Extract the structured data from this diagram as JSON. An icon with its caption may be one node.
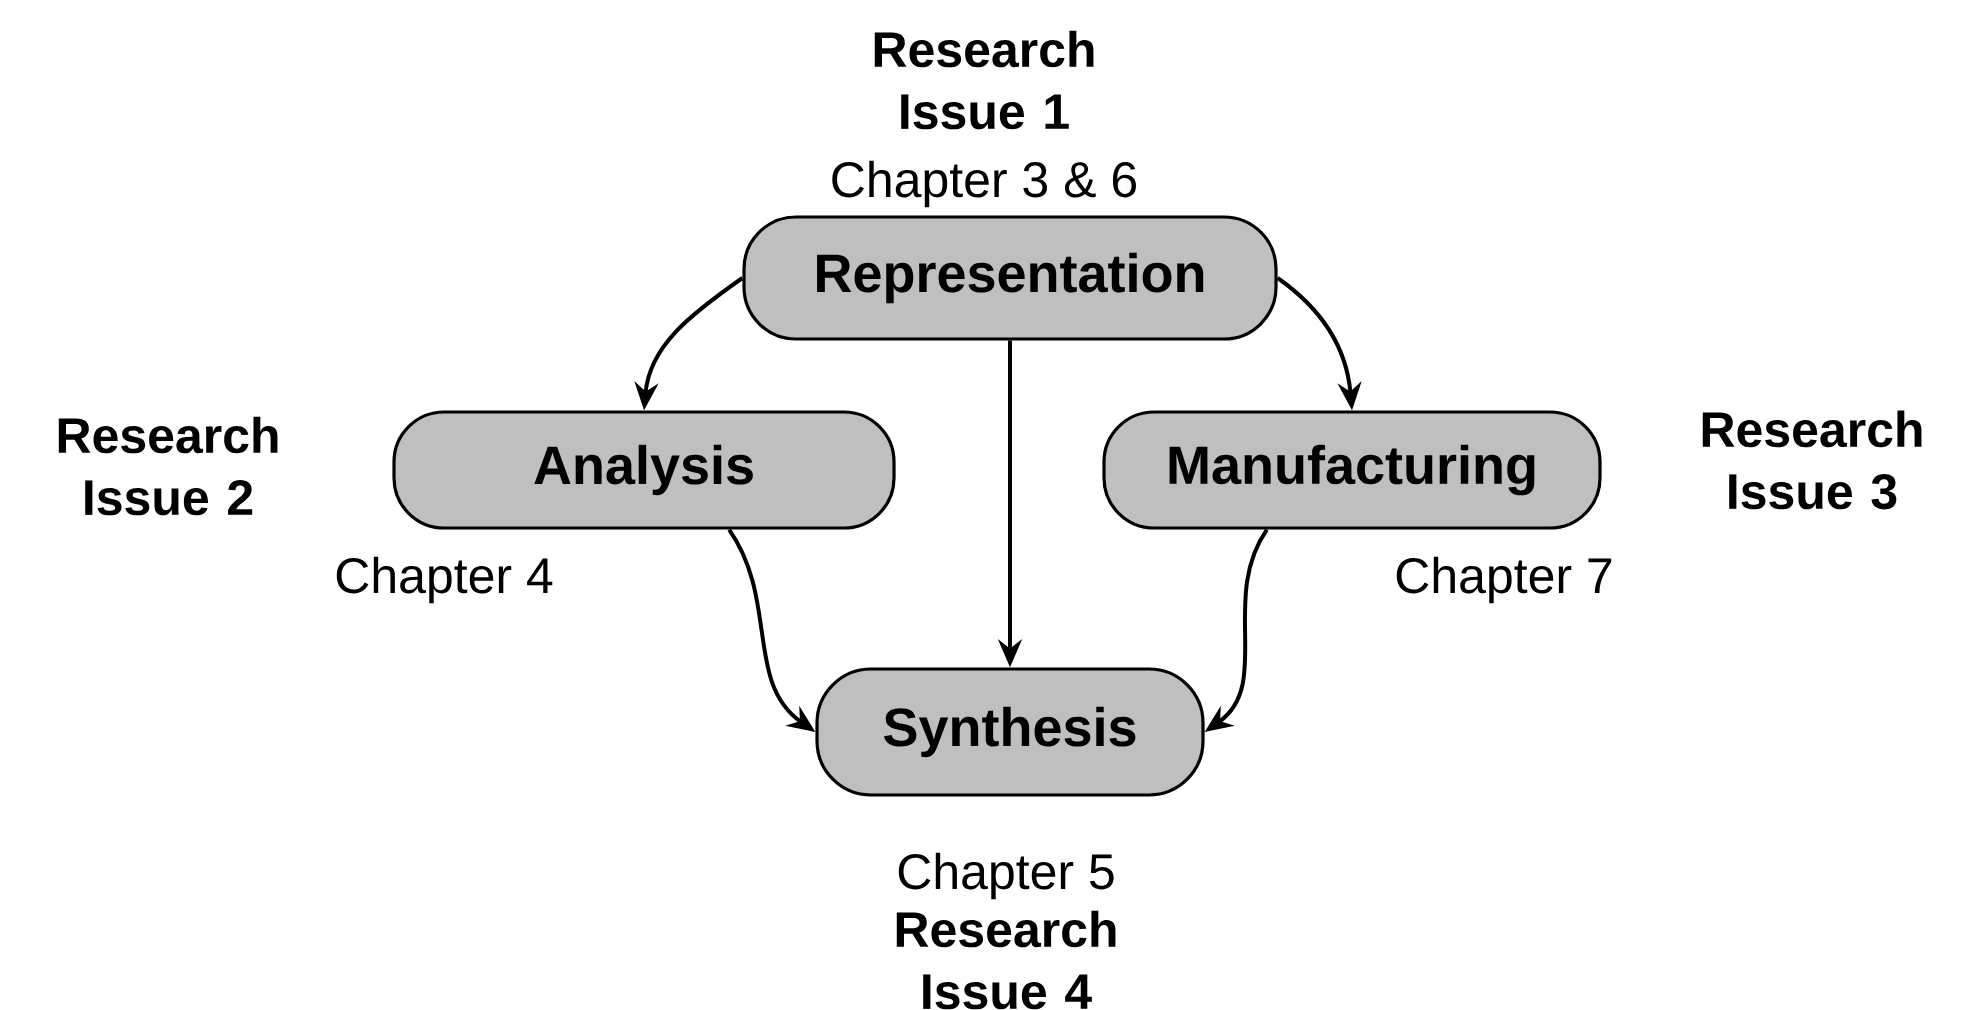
{
  "diagram": {
    "nodes": [
      {
        "text": [
          "Representation"
        ],
        "beside": [
          "Research Issue 1",
          "Chapter 3 & 6"
        ]
      },
      {
        "text": [
          "Analysis"
        ],
        "beside": [
          "Research Issue 2",
          "Chapter 4"
        ]
      },
      {
        "text": [
          "Manufacturing"
        ],
        "beside": [
          "Research Issue 3",
          "Chapter 7"
        ]
      },
      {
        "text": [
          "Synthesis"
        ],
        "beside": [
          "Chapter 5",
          "Research Issue 4"
        ]
      }
    ],
    "edges": [
      {
        "from": 0,
        "to": 1,
        "arrow": "to"
      },
      {
        "from": 0,
        "to": 2,
        "arrow": "to"
      },
      {
        "from": 0,
        "to": 3,
        "arrow": "to"
      },
      {
        "from": 1,
        "to": 3,
        "arrow": "to"
      },
      {
        "from": 2,
        "to": 3,
        "arrow": "to"
      }
    ]
  }
}
